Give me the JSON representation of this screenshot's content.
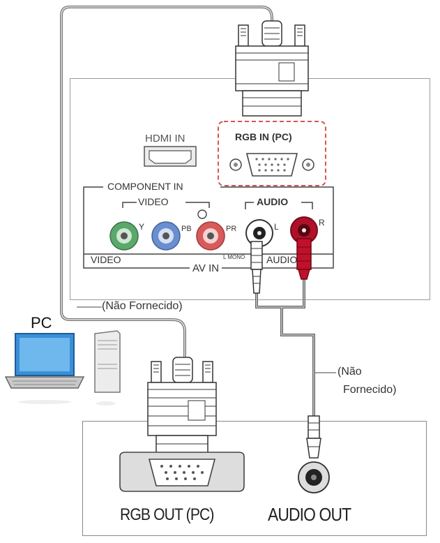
{
  "tv_back": {
    "hdmi_label": "HDMI IN",
    "rgb_in_label": "RGB IN (PC)",
    "component_label": "COMPONENT IN",
    "video_group_label": "VIDEO",
    "audio_group_label": "AUDIO",
    "jack_y": "Y",
    "jack_pb": "PB",
    "jack_pr": "PR",
    "jack_l": "L",
    "jack_r": "R",
    "bottom_video_label": "VIDEO",
    "av_in_label": "AV IN",
    "bottom_audio_label": "AUDIO",
    "mono_label": "L MONO",
    "colors": {
      "jack_green": "#5aa86a",
      "jack_blue": "#6a8fd0",
      "jack_red": "#d85a5a",
      "plug_red": "#c0112a",
      "highlight_dash": "#d9534f"
    }
  },
  "cables": {
    "rgb_cable_note": "(Não Fornecido)",
    "audio_cable_note_line1": "(Não",
    "audio_cable_note_line2": "Fornecido)"
  },
  "pc": {
    "label": "PC",
    "rgb_out_label": "RGB OUT (PC)",
    "audio_out_label": "AUDIO OUT",
    "icons": [
      "laptop-icon",
      "desktop-tower-icon"
    ]
  }
}
